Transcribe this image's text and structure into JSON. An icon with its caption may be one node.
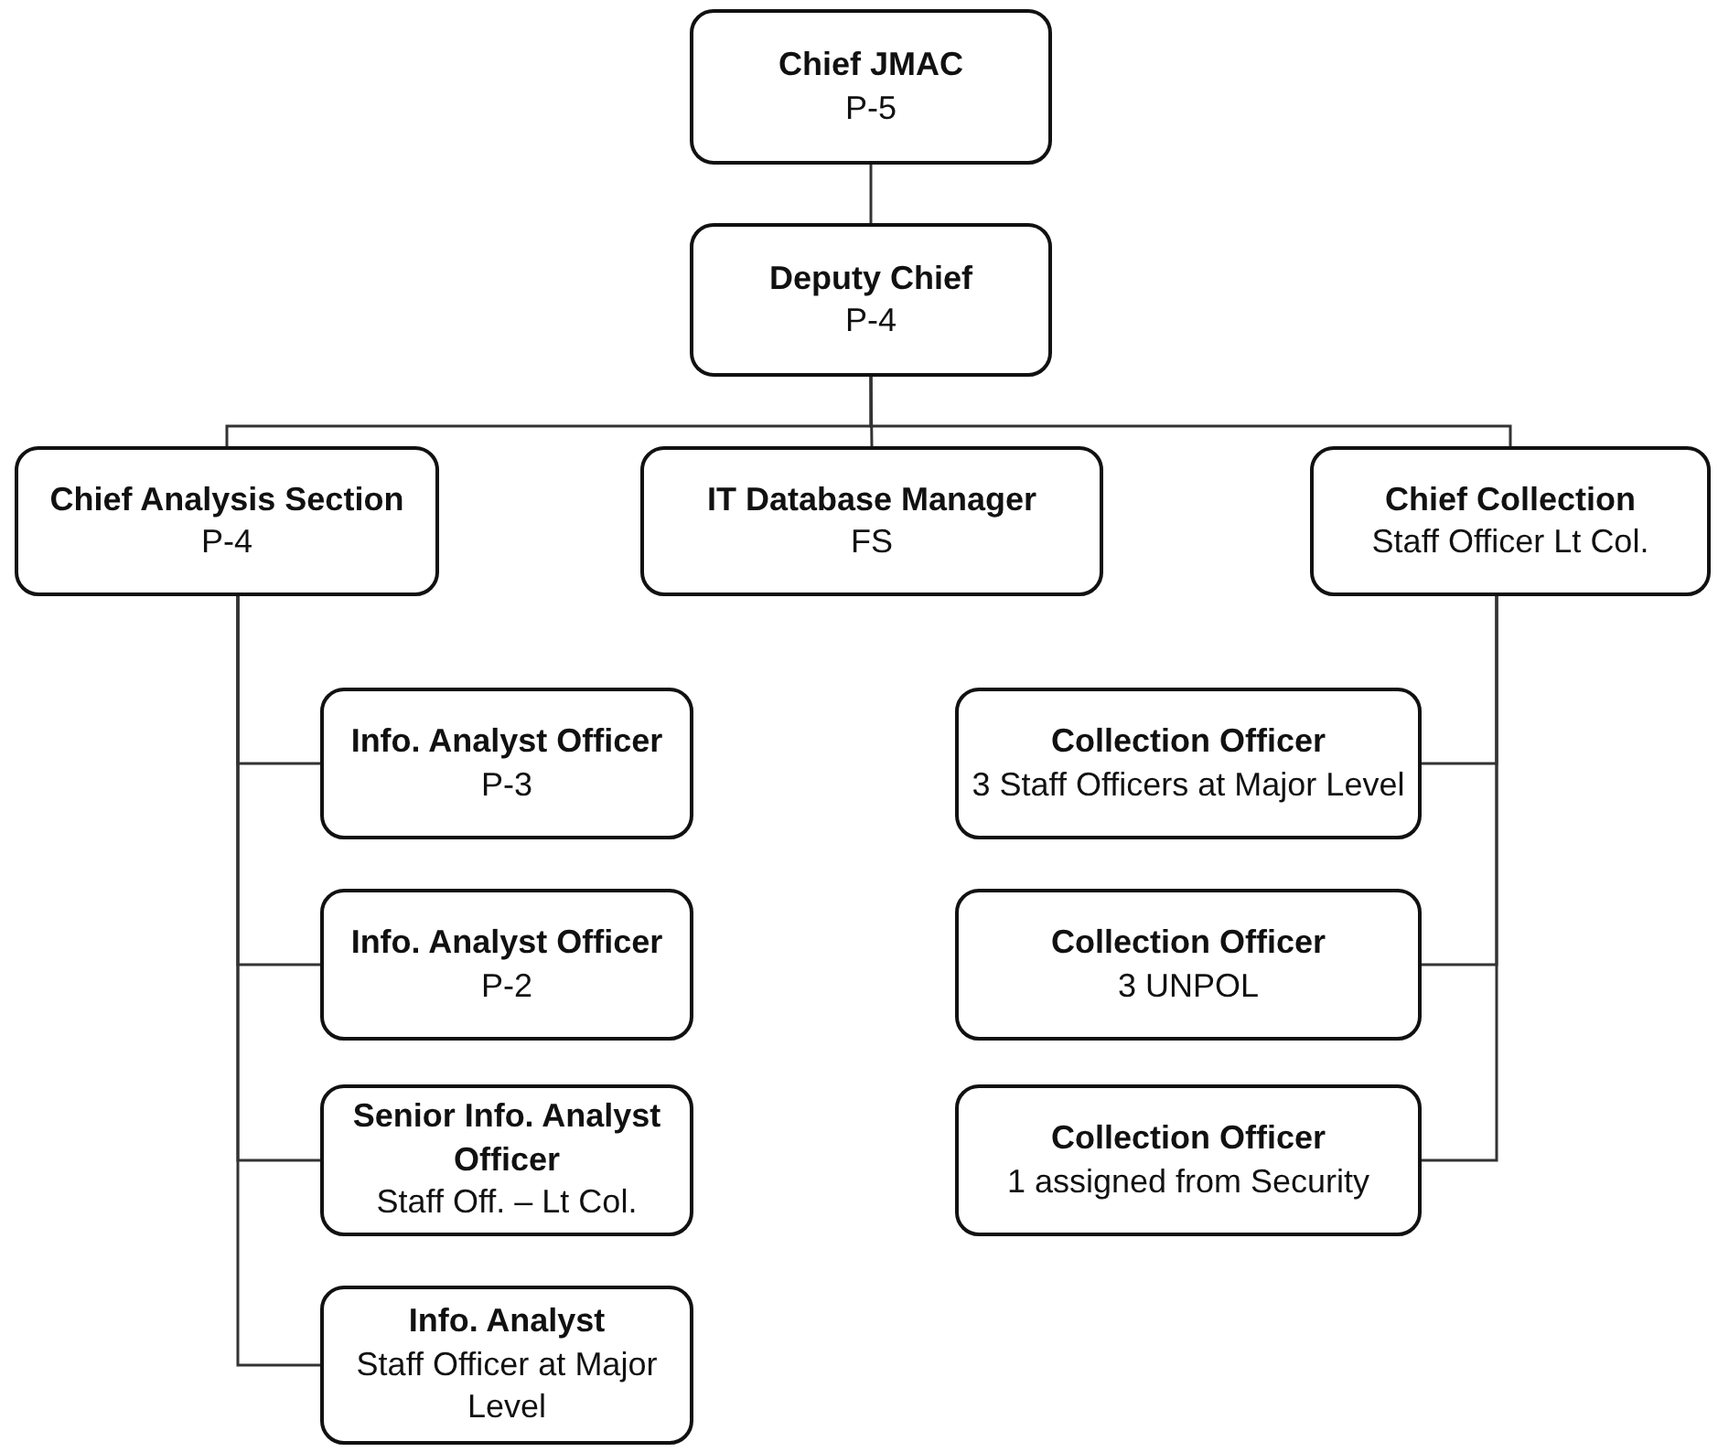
{
  "diagram": {
    "nodes": [
      {
        "text": [
          "Chief JMAC",
          "P-5"
        ]
      },
      {
        "text": [
          "Deputy Chief",
          "P-4"
        ]
      },
      {
        "text": [
          "Chief Analysis Section",
          "P-4"
        ]
      },
      {
        "text": [
          "IT Database Manager",
          "FS"
        ]
      },
      {
        "text": [
          "Chief Collection",
          "Staff Officer Lt Col."
        ]
      },
      {
        "text": [
          "Info. Analyst Officer",
          "P-3"
        ]
      },
      {
        "text": [
          "Info. Analyst Officer",
          "P-2"
        ]
      },
      {
        "text": [
          "Senior Info. Analyst Officer",
          "Staff Off. – Lt Col."
        ]
      },
      {
        "text": [
          "Info. Analyst",
          "Staff Officer at Major Level"
        ]
      },
      {
        "text": [
          "Collection Officer",
          "3 Staff Officers at Major Level"
        ]
      },
      {
        "text": [
          "Collection Officer",
          "3 UNPOL"
        ]
      },
      {
        "text": [
          "Collection Officer",
          "1 assigned from Security"
        ]
      }
    ],
    "edges": [
      {
        "from": 0,
        "to": 1,
        "arrow": "none"
      },
      {
        "from": 1,
        "to": 2,
        "arrow": "none"
      },
      {
        "from": 1,
        "to": 3,
        "arrow": "none"
      },
      {
        "from": 1,
        "to": 4,
        "arrow": "none"
      },
      {
        "from": 2,
        "to": 5,
        "arrow": "none"
      },
      {
        "from": 2,
        "to": 6,
        "arrow": "none"
      },
      {
        "from": 2,
        "to": 7,
        "arrow": "none"
      },
      {
        "from": 2,
        "to": 8,
        "arrow": "none"
      },
      {
        "from": 4,
        "to": 9,
        "arrow": "none"
      },
      {
        "from": 4,
        "to": 10,
        "arrow": "none"
      },
      {
        "from": 4,
        "to": 11,
        "arrow": "none"
      }
    ]
  }
}
